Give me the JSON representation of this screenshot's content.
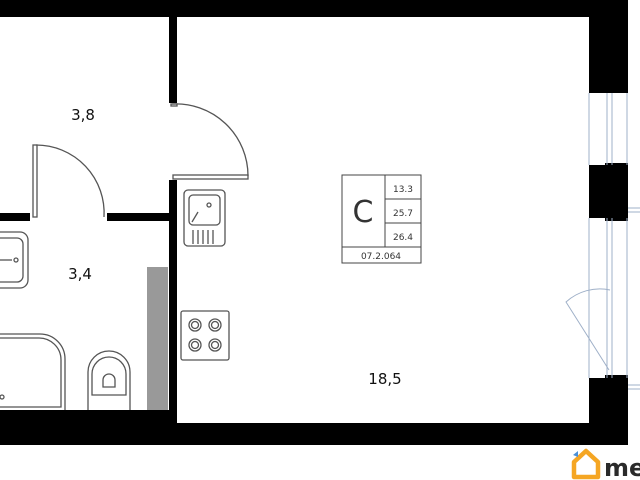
{
  "rooms": [
    {
      "id": "hall",
      "area": "3,8"
    },
    {
      "id": "bathroom",
      "area": "3,4"
    },
    {
      "id": "living",
      "area": "18,5"
    }
  ],
  "legend": {
    "letter": "C",
    "values": [
      "13.3",
      "25.7",
      "26.4"
    ],
    "code": "07.2.064"
  },
  "logo": {
    "text": "me",
    "icon": "house-icon",
    "color": "#f5a623"
  },
  "colors": {
    "wall": "#000000",
    "window": "#9fb0c8",
    "shaft": "#999999"
  }
}
